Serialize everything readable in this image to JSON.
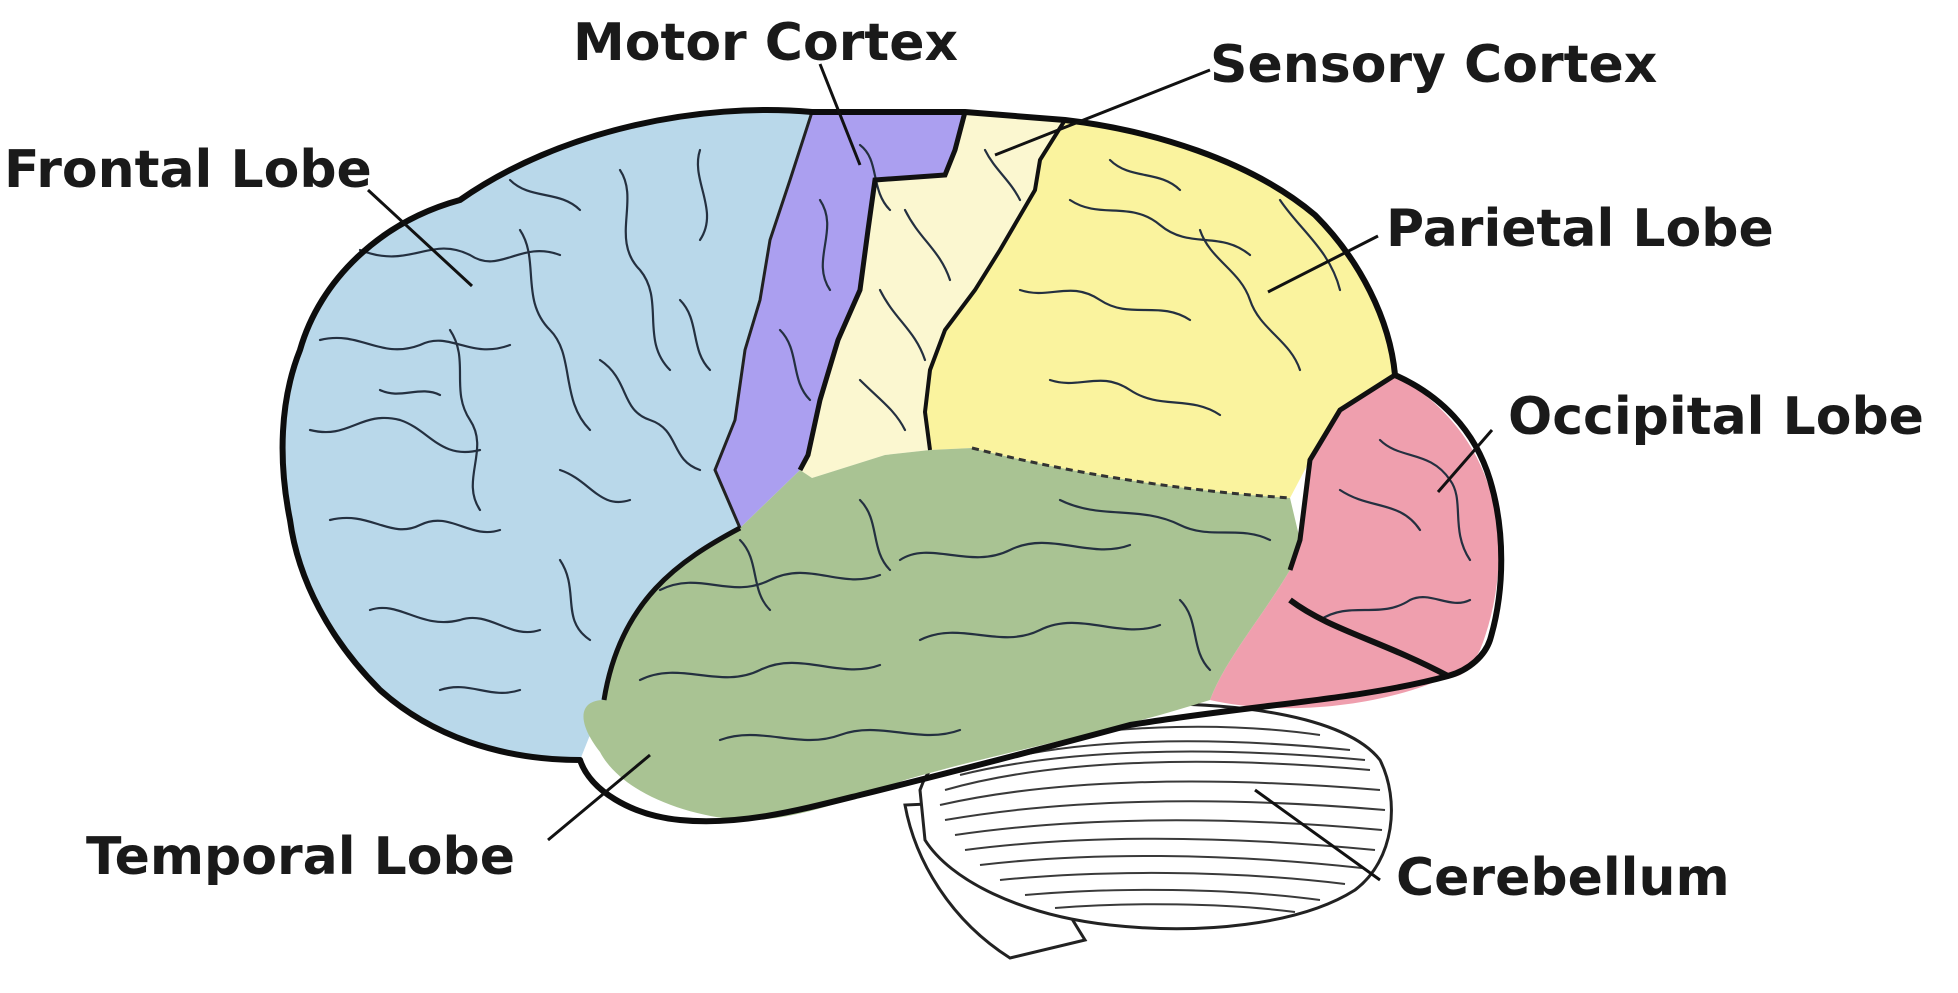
{
  "diagram": {
    "labels": {
      "frontal": "Frontal Lobe",
      "motor": "Motor Cortex",
      "sensory": "Sensory Cortex",
      "parietal": "Parietal Lobe",
      "occipital": "Occipital Lobe",
      "temporal": "Temporal Lobe",
      "cerebellum": "Cerebellum"
    },
    "colors": {
      "frontal": "#b9d8ea",
      "motor": "#ab9ff0",
      "sensory": "#fbf7d0",
      "parietal": "#faf39e",
      "occipital": "#ef9fae",
      "temporal": "#a9c393",
      "cerebellum": "#ffffff"
    }
  }
}
